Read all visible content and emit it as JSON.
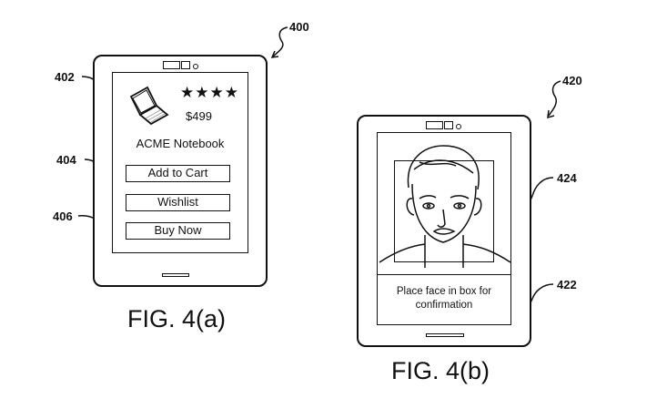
{
  "figure_a": {
    "ref_device": "400",
    "ref_product": "402",
    "ref_buttons": "404",
    "ref_buy": "406",
    "rating": "★★★★",
    "price": "$499",
    "product_name": "ACME Notebook",
    "buttons": [
      "Add to Cart",
      "Wishlist",
      "Buy Now"
    ],
    "caption": "FIG. 4(a)"
  },
  "figure_b": {
    "ref_device": "420",
    "ref_face_box": "424",
    "ref_message": "422",
    "message_line1": "Place face in box for",
    "message_line2": "confirmation",
    "caption": "FIG. 4(b)"
  }
}
